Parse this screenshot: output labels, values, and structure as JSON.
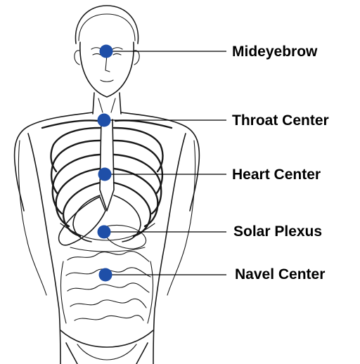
{
  "points": [
    {
      "label": "Mideyebrow"
    },
    {
      "label": "Throat Center"
    },
    {
      "label": "Heart Center"
    },
    {
      "label": "Solar Plexus"
    },
    {
      "label": "Navel Center"
    }
  ],
  "colors": {
    "point": "#1f4fa8",
    "line_art": "#1a1a1a",
    "label": "#000000"
  }
}
